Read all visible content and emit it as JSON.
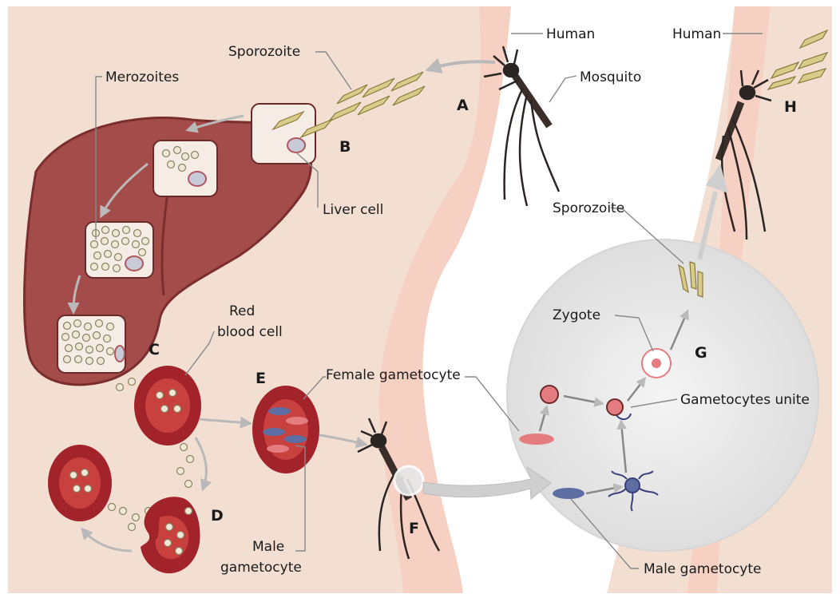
{
  "labels": {
    "human_1": "Human",
    "human_2": "Human",
    "mosquito": "Mosquito",
    "sporozoite_top": "Sporozoite",
    "merozoites": "Merozoites",
    "liver_cell": "Liver cell",
    "rbc_line1": "Red",
    "rbc_line2": "blood cell",
    "female_gametocyte": "Female gametocyte",
    "male_gametocyte_left_line1": "Male",
    "male_gametocyte_left_line2": "gametocyte",
    "sporozoite_right": "Sporozoite",
    "zygote": "Zygote",
    "gametocytes_unite": "Gametocytes unite",
    "male_gametocyte_right": "Male gametocyte"
  },
  "steps": {
    "a": "A",
    "b": "B",
    "c": "C",
    "d": "D",
    "e": "E",
    "f": "F",
    "g": "G",
    "h": "H"
  },
  "colors": {
    "skin": "#f2dfd2",
    "limb": "#f3c9bc",
    "liver": "#a24a48",
    "liver_dark": "#7e2f2e",
    "rbc": "#a3232a",
    "rbc_light": "#c9413f",
    "cell_fill": "#f6ece6",
    "gut": "#ececec",
    "female": "#e57d80",
    "male": "#5d6ea3",
    "arrow": "#b9b9b9"
  }
}
